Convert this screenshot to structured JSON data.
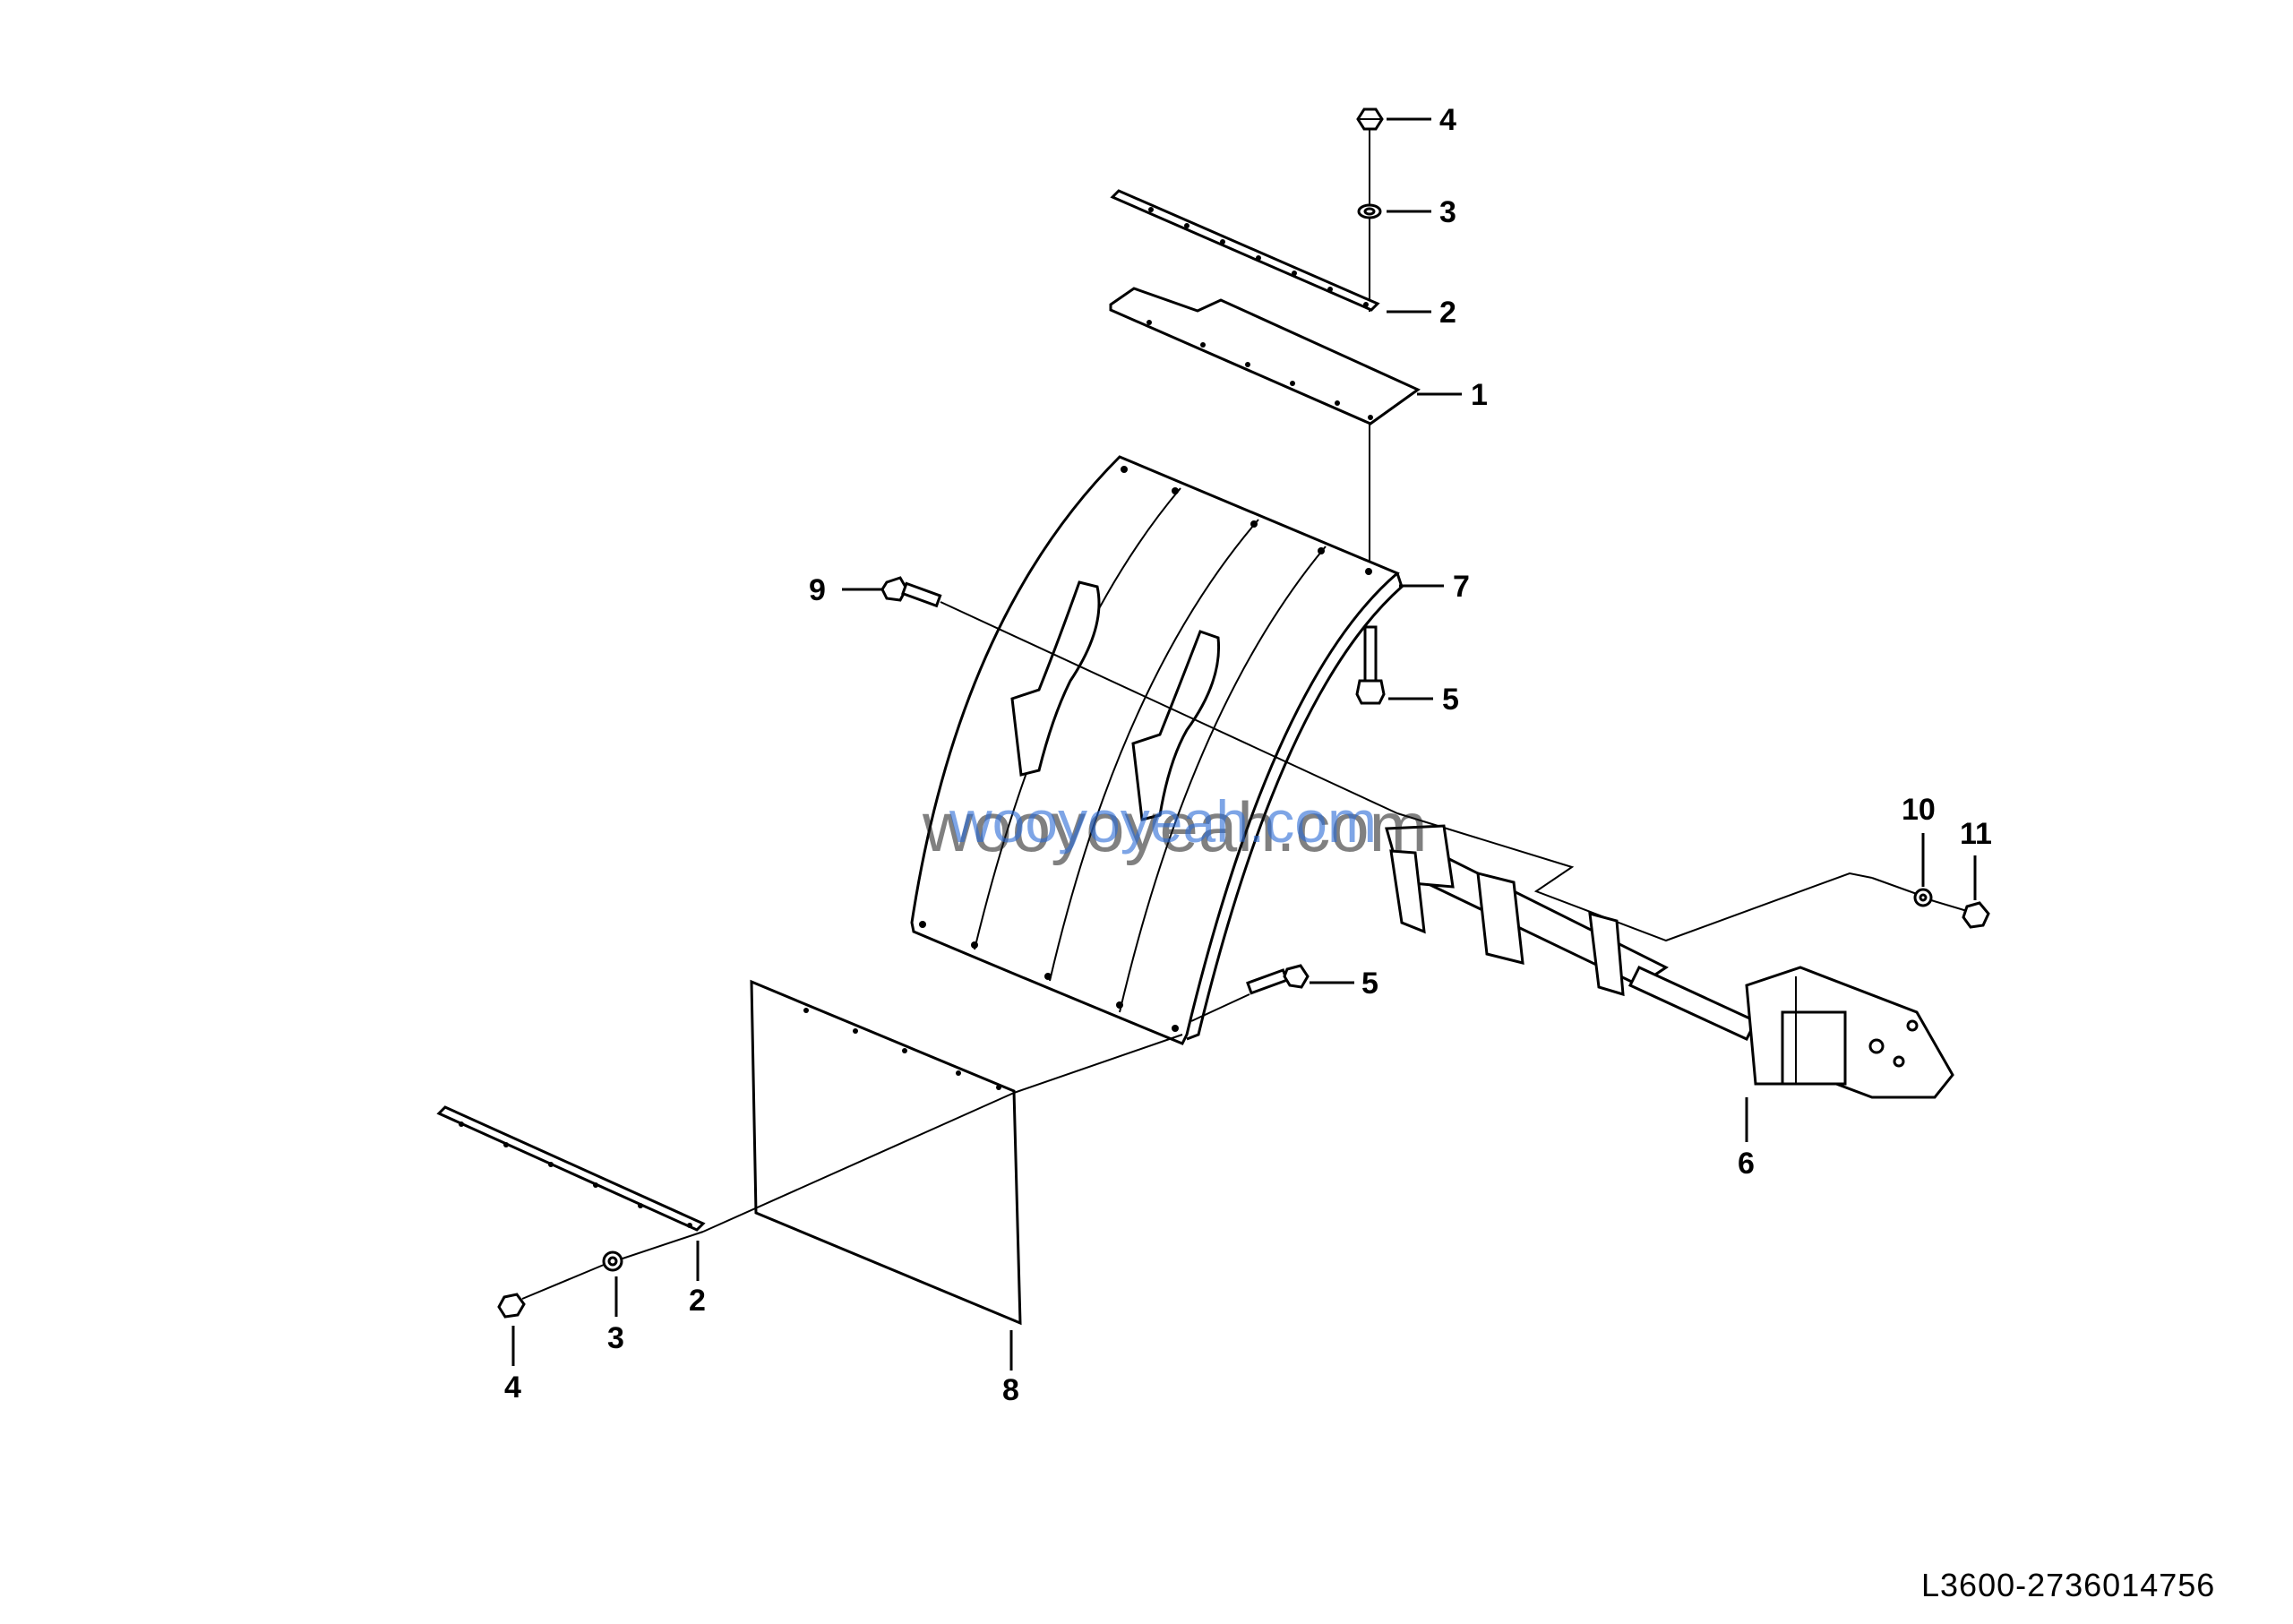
{
  "diagram": {
    "callouts": {
      "c4_top": "4",
      "c3_top": "3",
      "c2_top": "2",
      "c1": "1",
      "c7": "7",
      "c9": "9",
      "c5_top": "5",
      "c10": "10",
      "c11": "11",
      "c5_mid": "5",
      "c6": "6",
      "c2_bot": "2",
      "c3_bot": "3",
      "c4_bot": "4",
      "c8": "8"
    },
    "drawing_code": "L3600-2736014756",
    "watermark": "wooyoyeah.com"
  }
}
